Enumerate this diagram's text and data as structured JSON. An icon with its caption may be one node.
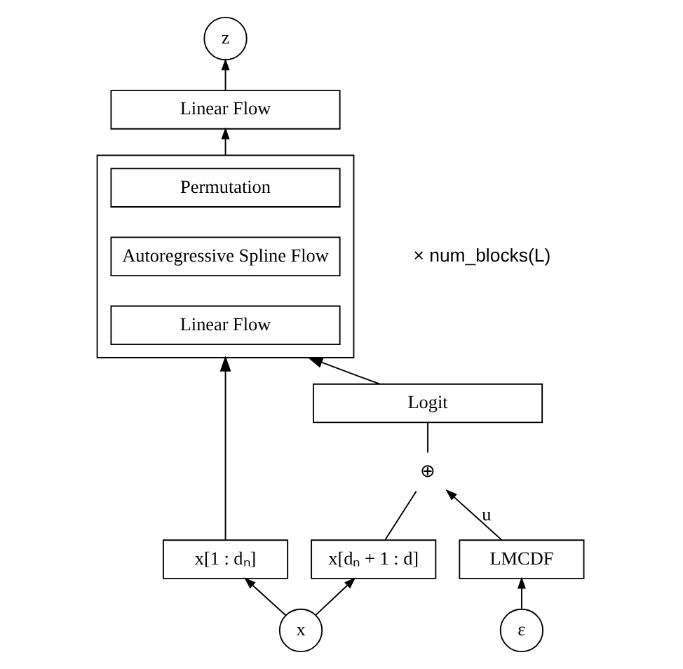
{
  "diagram": {
    "nodes": [
      {
        "text": [
          "z"
        ]
      },
      {
        "text": [
          "Linear Flow"
        ]
      },
      {
        "text": [],
        "shape": "box",
        "beside": [
          "× num_blocks(L)"
        ]
      },
      {
        "text": [
          "Permutation"
        ],
        "in": 2
      },
      {
        "text": [
          "Autoregressive Spline Flow"
        ],
        "in": 2
      },
      {
        "text": [
          "Linear Flow"
        ],
        "in": 2
      },
      {
        "text": [
          "Logit"
        ]
      },
      {
        "text": [
          "⊕"
        ]
      },
      {
        "text": [
          "x[1 : dₙ]"
        ]
      },
      {
        "text": [
          "x[dₙ + 1 : d]"
        ]
      },
      {
        "text": [
          "LMCDF"
        ]
      },
      {
        "text": [
          "x"
        ]
      },
      {
        "text": [
          "ε"
        ]
      }
    ],
    "edges": [
      {
        "from": 11,
        "to": 8,
        "arrow": "to"
      },
      {
        "from": 11,
        "to": 9,
        "arrow": "to"
      },
      {
        "from": 12,
        "to": 10,
        "arrow": "to"
      },
      {
        "from": 10,
        "to": 7,
        "arrow": "to",
        "label": "u"
      },
      {
        "from": 9,
        "to": 7,
        "arrow": "none"
      },
      {
        "from": 7,
        "to": 6,
        "arrow": "none"
      },
      {
        "from": 8,
        "to": 2,
        "arrow": "to"
      },
      {
        "from": 6,
        "to": 2,
        "arrow": "to"
      },
      {
        "from": 2,
        "to": 1,
        "arrow": "to"
      },
      {
        "from": 1,
        "to": 0,
        "arrow": "to"
      }
    ]
  }
}
